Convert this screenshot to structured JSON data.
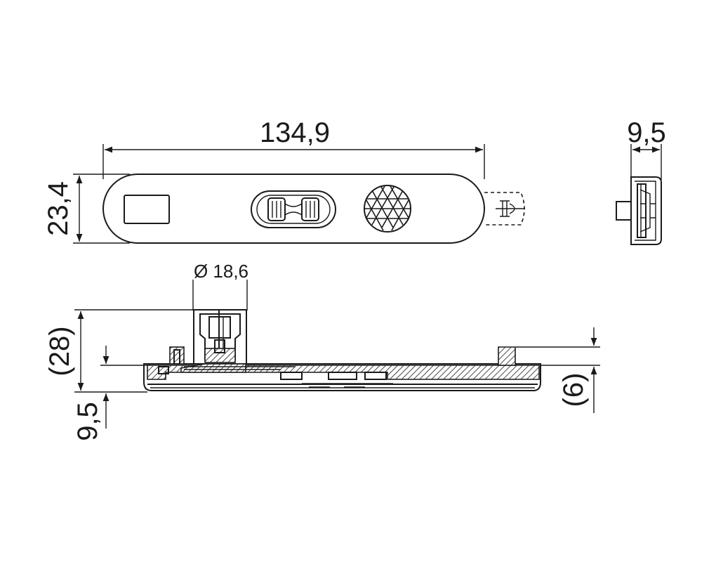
{
  "dimensions": {
    "length": "134,9",
    "width": "23,4",
    "depth_side": "9,5",
    "diameter": "Ø 18,6",
    "overall_height": "(28)",
    "base_height": "9,5",
    "offset": "(6)"
  }
}
